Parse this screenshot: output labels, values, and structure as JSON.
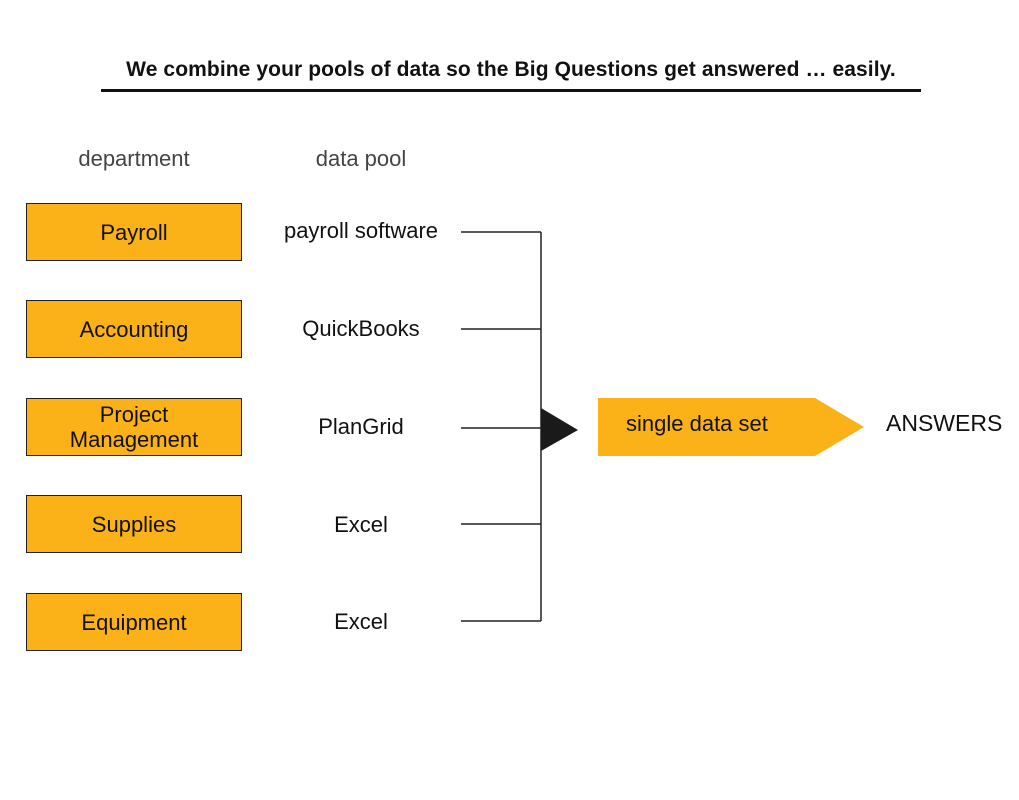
{
  "headline": "We combine your pools of data so the Big Questions get answered … easily.",
  "columns": {
    "department": "department",
    "data_pool": "data pool"
  },
  "rows": [
    {
      "department": "Payroll",
      "pool": "payroll software"
    },
    {
      "department": "Accounting",
      "pool": "QuickBooks"
    },
    {
      "department": "Project Management",
      "pool": "PlanGrid"
    },
    {
      "department": "Supplies",
      "pool": "Excel"
    },
    {
      "department": "Equipment",
      "pool": "Excel"
    }
  ],
  "result": {
    "label": "single data set",
    "answers": "ANSWERS"
  },
  "colors": {
    "accent": "#FBB118",
    "line": "#222222"
  }
}
